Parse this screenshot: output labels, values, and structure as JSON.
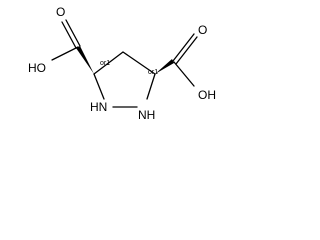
{
  "molecule": {
    "atoms": {
      "o_top_left": "O",
      "oh_left": "HO",
      "nh_left": "HN",
      "nh_right": "NH",
      "o_top_right": "O",
      "oh_right": "OH"
    },
    "stereo_labels": {
      "left": "or1",
      "right": "or1"
    }
  }
}
